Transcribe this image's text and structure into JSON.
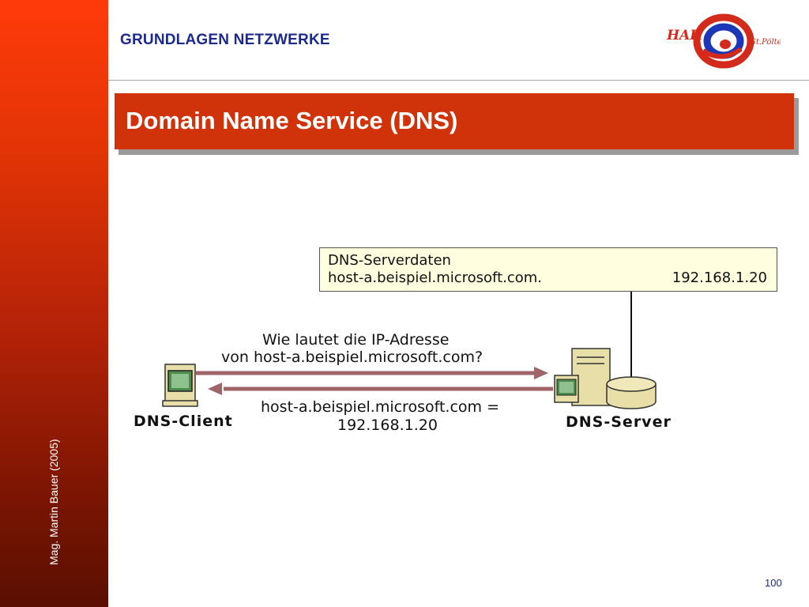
{
  "header": {
    "title": "GRUNDLAGEN NETZWERKE",
    "logo_text_left": "HAK",
    "logo_text_right": "St.Pölten"
  },
  "slide": {
    "title": "Domain Name Service (DNS)"
  },
  "sidebar": {
    "author": "Mag. Martin Bauer (2005)"
  },
  "diagram": {
    "server_data": {
      "title": "DNS-Serverdaten",
      "host": "host-a.beispiel.microsoft.com.",
      "ip": "192.168.1.20"
    },
    "query": {
      "line1": "Wie lautet die IP-Adresse",
      "line2": "von host-a.beispiel.microsoft.com?"
    },
    "response": {
      "line1": "host-a.beispiel.microsoft.com =",
      "line2": "192.168.1.20"
    },
    "client_label": "DNS-Client",
    "server_label": "DNS-Server"
  },
  "footer": {
    "page_number": "100"
  },
  "colors": {
    "accent_red": "#d0330a",
    "header_blue": "#1b2a8c",
    "arrow": "#9e6468",
    "note_bg": "#ffffe0"
  }
}
